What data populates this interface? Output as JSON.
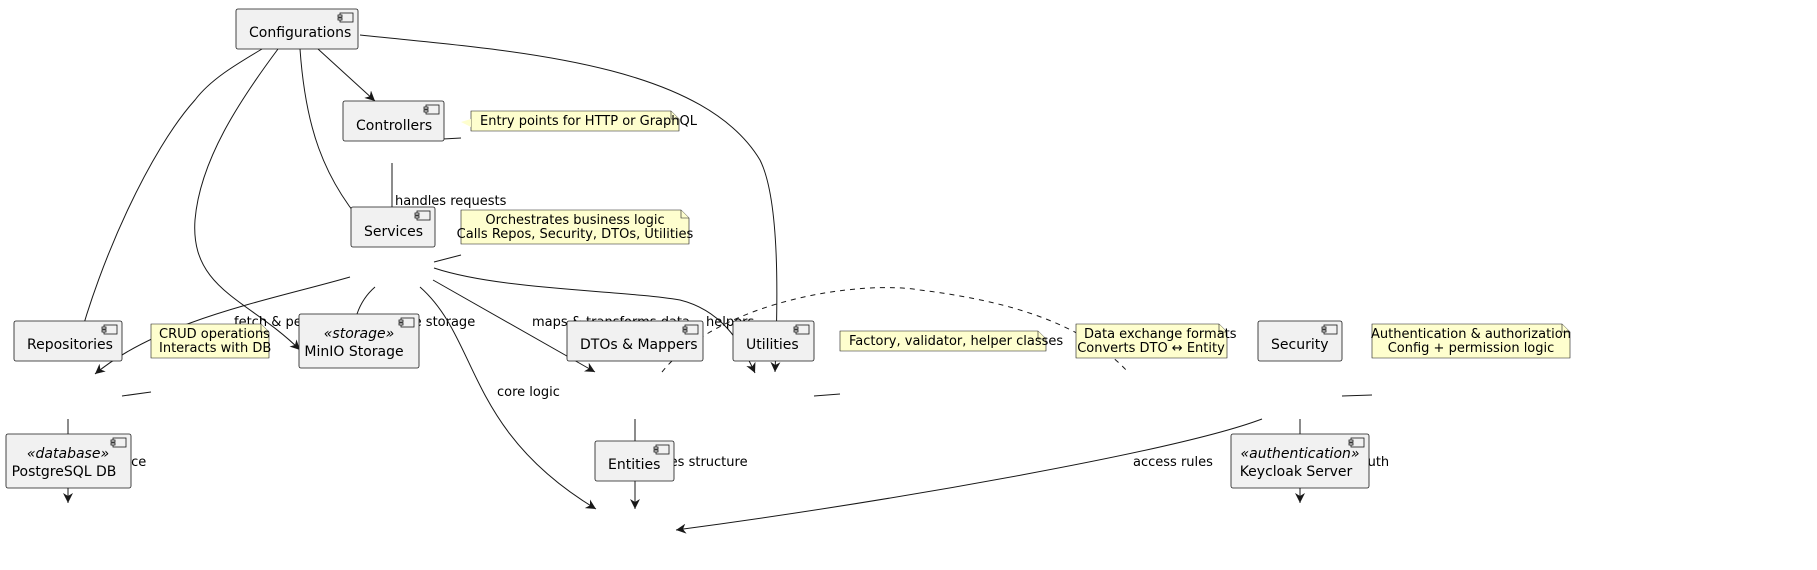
{
  "components": {
    "configurations": {
      "label": "Configurations"
    },
    "controllers": {
      "label": "Controllers"
    },
    "services": {
      "label": "Services"
    },
    "repositories": {
      "label": "Repositories"
    },
    "minio": {
      "stereotype": "«storage»",
      "label": "MinIO Storage"
    },
    "dtos": {
      "label": "DTOs & Mappers"
    },
    "utilities": {
      "label": "Utilities"
    },
    "security": {
      "label": "Security"
    },
    "postgres": {
      "stereotype": "«database»",
      "label": "PostgreSQL DB"
    },
    "entities": {
      "label": "Entities"
    },
    "keycloak": {
      "stereotype": "«authentication»",
      "label": "Keycloak Server"
    }
  },
  "notes": {
    "controllers": {
      "lines": [
        "Entry points for HTTP or GraphQL"
      ]
    },
    "services": {
      "lines": [
        "Orchestrates business logic",
        "Calls Repos, Security, DTOs, Utilities"
      ]
    },
    "repositories": {
      "lines": [
        "CRUD operations",
        "Interacts with DB"
      ]
    },
    "utilities": {
      "lines": [
        "Factory, validator, helper classes"
      ]
    },
    "dtos": {
      "lines": [
        "Data exchange formats",
        "Converts DTO ↔ Entity"
      ]
    },
    "security": {
      "lines": [
        "Authentication & authorization",
        "Config + permission logic"
      ]
    }
  },
  "edges": {
    "handles_requests": "handles requests",
    "fetch_persist": "fetch & persist data",
    "file_storage": "file/image storage",
    "maps_transforms": "maps & transforms data",
    "helpers": "helpers",
    "core_logic": "core logic",
    "persistence": "persistence",
    "defines_structure": "defines structure",
    "access_rules": "access rules",
    "external_auth": "external auth"
  }
}
